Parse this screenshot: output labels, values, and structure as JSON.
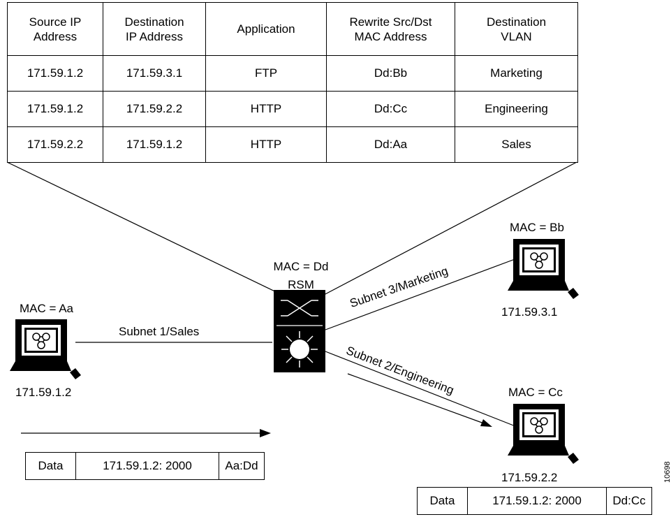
{
  "flow_table": {
    "headers": [
      "Source IP\nAddress",
      "Destination\nIP Address",
      "Application",
      "Rewrite Src/Dst\nMAC Address",
      "Destination\nVLAN"
    ],
    "rows": [
      [
        "171.59.1.2",
        "171.59.3.1",
        "FTP",
        "Dd:Bb",
        "Marketing"
      ],
      [
        "171.59.1.2",
        "171.59.2.2",
        "HTTP",
        "Dd:Cc",
        "Engineering"
      ],
      [
        "171.59.2.2",
        "171.59.1.2",
        "HTTP",
        "Dd:Aa",
        "Sales"
      ]
    ]
  },
  "router": {
    "mac": "MAC = Dd",
    "name": "RSM"
  },
  "host_sales": {
    "mac": "MAC = Aa",
    "ip": "171.59.1.2"
  },
  "host_marketing": {
    "mac": "MAC = Bb",
    "ip": "171.59.3.1"
  },
  "host_engineering": {
    "mac": "MAC = Cc",
    "ip": "171.59.2.2"
  },
  "links": {
    "sales": "Subnet 1/Sales",
    "marketing": "Subnet 3/Marketing",
    "engineering": "Subnet 2/Engineering"
  },
  "packet_in": {
    "data": "Data",
    "addr": "171.59.1.2: 2000",
    "mac": "Aa:Dd"
  },
  "packet_out": {
    "data": "Data",
    "addr": "171.59.1.2: 2000",
    "mac": "Dd:Cc"
  },
  "figure_id": "10698"
}
